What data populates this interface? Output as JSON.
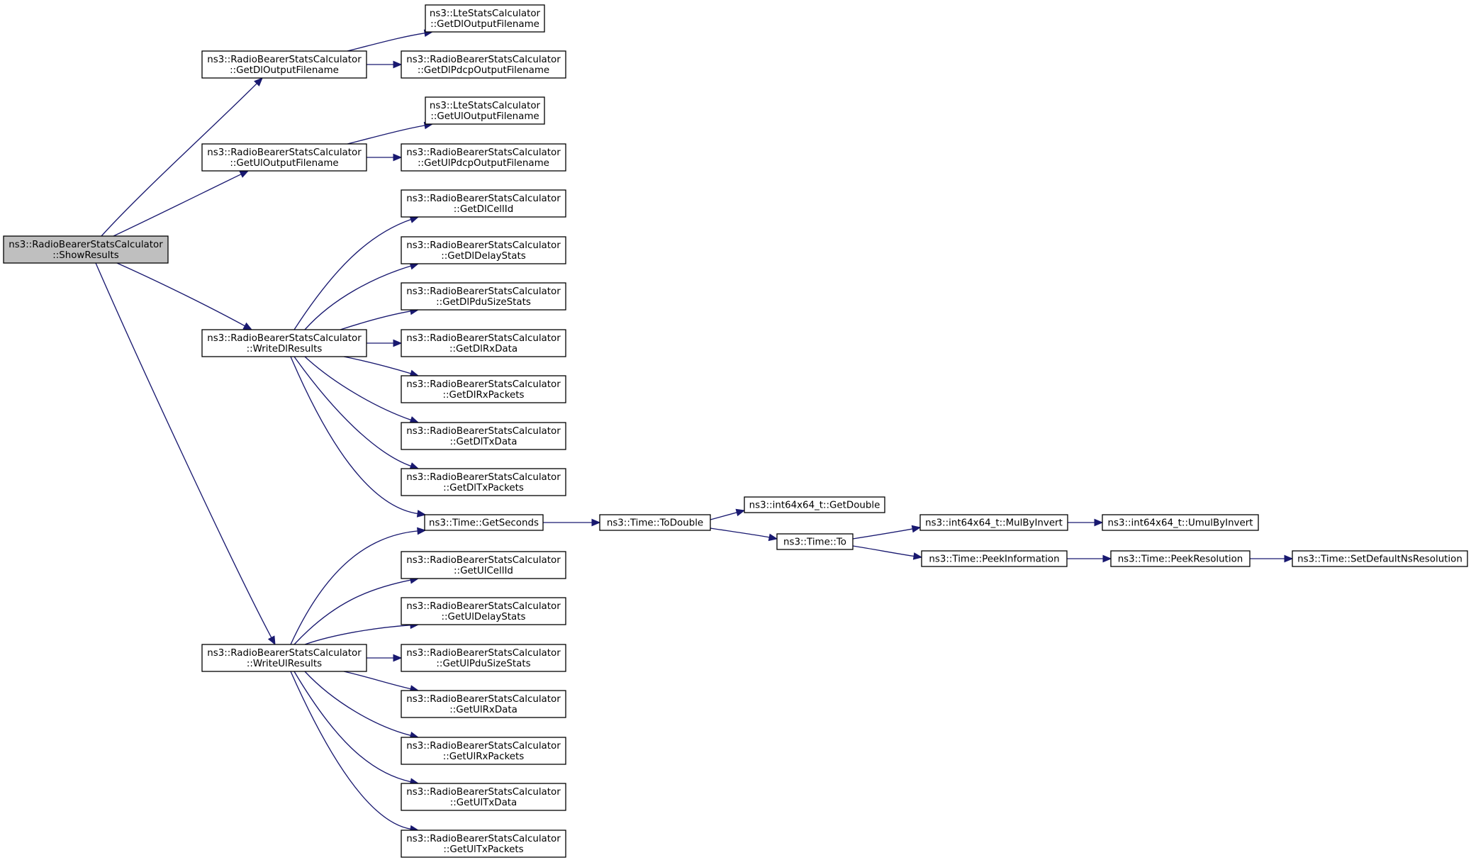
{
  "nodes": [
    {
      "id": "showresults",
      "lines": [
        "ns3::RadioBearerStatsCalculator",
        "::ShowResults"
      ],
      "root": true
    },
    {
      "id": "getdloutputfilename",
      "lines": [
        "ns3::RadioBearerStatsCalculator",
        "::GetDlOutputFilename"
      ]
    },
    {
      "id": "getuloutputfilename",
      "lines": [
        "ns3::RadioBearerStatsCalculator",
        "::GetUlOutputFilename"
      ]
    },
    {
      "id": "writedlresults",
      "lines": [
        "ns3::RadioBearerStatsCalculator",
        "::WriteDlResults"
      ]
    },
    {
      "id": "writeulresults",
      "lines": [
        "ns3::RadioBearerStatsCalculator",
        "::WriteUlResults"
      ]
    },
    {
      "id": "lte-getdloutputfilename",
      "lines": [
        "ns3::LteStatsCalculator",
        "::GetDlOutputFilename"
      ]
    },
    {
      "id": "getdlpdcpoutputfilename",
      "lines": [
        "ns3::RadioBearerStatsCalculator",
        "::GetDlPdcpOutputFilename"
      ]
    },
    {
      "id": "lte-getuloutputfilename",
      "lines": [
        "ns3::LteStatsCalculator",
        "::GetUlOutputFilename"
      ]
    },
    {
      "id": "getulpdcpoutputfilename",
      "lines": [
        "ns3::RadioBearerStatsCalculator",
        "::GetUlPdcpOutputFilename"
      ]
    },
    {
      "id": "getdlcellid",
      "lines": [
        "ns3::RadioBearerStatsCalculator",
        "::GetDlCellId"
      ]
    },
    {
      "id": "getdldelaystats",
      "lines": [
        "ns3::RadioBearerStatsCalculator",
        "::GetDlDelayStats"
      ]
    },
    {
      "id": "getdlpdusizestats",
      "lines": [
        "ns3::RadioBearerStatsCalculator",
        "::GetDlPduSizeStats"
      ]
    },
    {
      "id": "getdlrxdata",
      "lines": [
        "ns3::RadioBearerStatsCalculator",
        "::GetDlRxData"
      ]
    },
    {
      "id": "getdlrxpackets",
      "lines": [
        "ns3::RadioBearerStatsCalculator",
        "::GetDlRxPackets"
      ]
    },
    {
      "id": "getdltxdata",
      "lines": [
        "ns3::RadioBearerStatsCalculator",
        "::GetDlTxData"
      ]
    },
    {
      "id": "getdltxpackets",
      "lines": [
        "ns3::RadioBearerStatsCalculator",
        "::GetDlTxPackets"
      ]
    },
    {
      "id": "time-getseconds",
      "lines": [
        "ns3::Time::GetSeconds"
      ]
    },
    {
      "id": "getulcellid",
      "lines": [
        "ns3::RadioBearerStatsCalculator",
        "::GetUlCellId"
      ]
    },
    {
      "id": "getuldelaystats",
      "lines": [
        "ns3::RadioBearerStatsCalculator",
        "::GetUlDelayStats"
      ]
    },
    {
      "id": "getulpdusizestats",
      "lines": [
        "ns3::RadioBearerStatsCalculator",
        "::GetUlPduSizeStats"
      ]
    },
    {
      "id": "getulrxdata",
      "lines": [
        "ns3::RadioBearerStatsCalculator",
        "::GetUlRxData"
      ]
    },
    {
      "id": "getulrxpackets",
      "lines": [
        "ns3::RadioBearerStatsCalculator",
        "::GetUlRxPackets"
      ]
    },
    {
      "id": "getultxdata",
      "lines": [
        "ns3::RadioBearerStatsCalculator",
        "::GetUlTxData"
      ]
    },
    {
      "id": "getultxpackets",
      "lines": [
        "ns3::RadioBearerStatsCalculator",
        "::GetUlTxPackets"
      ]
    },
    {
      "id": "time-todouble",
      "lines": [
        "ns3::Time::ToDouble"
      ]
    },
    {
      "id": "int64-getdouble",
      "lines": [
        "ns3::int64x64_t::GetDouble"
      ]
    },
    {
      "id": "time-to",
      "lines": [
        "ns3::Time::To"
      ]
    },
    {
      "id": "int64-mulbyinvert",
      "lines": [
        "ns3::int64x64_t::MulByInvert"
      ]
    },
    {
      "id": "int64-umulbyinvert",
      "lines": [
        "ns3::int64x64_t::UmulByInvert"
      ]
    },
    {
      "id": "time-peekinformation",
      "lines": [
        "ns3::Time::PeekInformation"
      ]
    },
    {
      "id": "time-peekresolution",
      "lines": [
        "ns3::Time::PeekResolution"
      ]
    },
    {
      "id": "time-setdefaultnsresolution",
      "lines": [
        "ns3::Time::SetDefaultNsResolution"
      ]
    }
  ],
  "edges": [
    {
      "from": "showresults",
      "to": "getdloutputfilename"
    },
    {
      "from": "showresults",
      "to": "getuloutputfilename"
    },
    {
      "from": "showresults",
      "to": "writedlresults"
    },
    {
      "from": "showresults",
      "to": "writeulresults"
    },
    {
      "from": "getdloutputfilename",
      "to": "lte-getdloutputfilename"
    },
    {
      "from": "getdloutputfilename",
      "to": "getdlpdcpoutputfilename"
    },
    {
      "from": "getuloutputfilename",
      "to": "lte-getuloutputfilename"
    },
    {
      "from": "getuloutputfilename",
      "to": "getulpdcpoutputfilename"
    },
    {
      "from": "writedlresults",
      "to": "getdlcellid"
    },
    {
      "from": "writedlresults",
      "to": "getdldelaystats"
    },
    {
      "from": "writedlresults",
      "to": "getdlpdusizestats"
    },
    {
      "from": "writedlresults",
      "to": "getdlrxdata"
    },
    {
      "from": "writedlresults",
      "to": "getdlrxpackets"
    },
    {
      "from": "writedlresults",
      "to": "getdltxdata"
    },
    {
      "from": "writedlresults",
      "to": "getdltxpackets"
    },
    {
      "from": "writedlresults",
      "to": "time-getseconds"
    },
    {
      "from": "writeulresults",
      "to": "time-getseconds"
    },
    {
      "from": "writeulresults",
      "to": "getulcellid"
    },
    {
      "from": "writeulresults",
      "to": "getuldelaystats"
    },
    {
      "from": "writeulresults",
      "to": "getulpdusizestats"
    },
    {
      "from": "writeulresults",
      "to": "getulrxdata"
    },
    {
      "from": "writeulresults",
      "to": "getulrxpackets"
    },
    {
      "from": "writeulresults",
      "to": "getultxdata"
    },
    {
      "from": "writeulresults",
      "to": "getultxpackets"
    },
    {
      "from": "time-getseconds",
      "to": "time-todouble"
    },
    {
      "from": "time-todouble",
      "to": "int64-getdouble"
    },
    {
      "from": "time-todouble",
      "to": "time-to"
    },
    {
      "from": "time-to",
      "to": "int64-mulbyinvert"
    },
    {
      "from": "time-to",
      "to": "time-peekinformation"
    },
    {
      "from": "int64-mulbyinvert",
      "to": "int64-umulbyinvert"
    },
    {
      "from": "time-peekinformation",
      "to": "time-peekresolution"
    },
    {
      "from": "time-peekresolution",
      "to": "time-setdefaultnsresolution"
    }
  ],
  "colors": {
    "edge": "#191970",
    "root_fill": "#bfbfbf",
    "node_fill": "#ffffff",
    "node_stroke": "#000000"
  }
}
